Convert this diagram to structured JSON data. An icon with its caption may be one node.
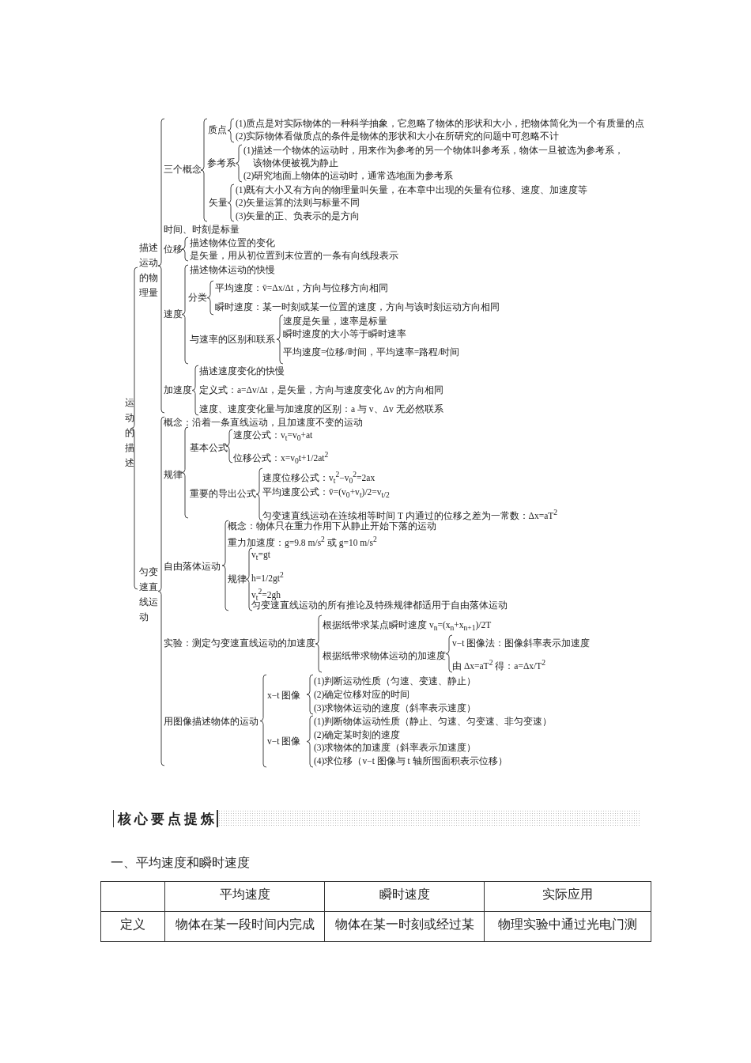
{
  "diagram": {
    "labels": [
      "运动的描述",
      "描述运动的物理量",
      "三个概念",
      "质点",
      "(1)质点是对实际物体的一种科学抽象，它忽略了物体的形状和大小，把物体简化为一个有质量的点",
      "(2)实际物体看做质点的条件是物体的形状和大小在所研究的问题中可忽略不计",
      "参考系",
      "(1)描述一个物体的运动时，用来作为参考的另一个物体叫参考系，物体一旦被选为参考系，该物体便被视为静止",
      "(2)研究地面上物体的运动时，通常选地面为参考系",
      "矢量",
      "(1)既有大小又有方向的物理量叫矢量，在本章中出现的矢量有位移、速度、加速度等",
      "(2)矢量运算的法则与标量不同",
      "(3)矢量的正、负表示的是方向",
      "时间、时刻是标量",
      "位移",
      "描述物体位置的变化",
      "是矢量，用从初位置到末位置的一条有向线段表示",
      "速度",
      "描述物体运动的快慢",
      "分类",
      "平均速度：v̄=Δx/Δt，方向与位移方向相同",
      "瞬时速度：某一时刻或某一位置的速度，方向与该时刻运动方向相同",
      "与速率的区别和联系",
      "速度是矢量，速率是标量",
      "瞬时速度的大小等于瞬时速率",
      "平均速度=位移/时间，平均速率=路程/时间",
      "加速度",
      "描述速度变化的快慢",
      "定义式：a=Δv/Δt，是矢量，方向与速度变化 Δv 的方向相同",
      "速度、速度变化量与加速度的区别：a 与 v、Δv 无必然联系",
      "匀变速直线运动",
      "概念：沿着一条直线运动，且加速度不变的运动",
      "规律",
      "基本公式",
      "速度公式：v$_{t}$=v$_{0}$+at",
      "位移公式：x=v$_{0}$t+1/2at$^{2}$",
      "重要的导出公式",
      "速度位移公式：v$_{t}$$^{2}$−v$_{0}$$^{2}$=2ax",
      "平均速度公式：v̄=(v$_{0}$+v$_{t}$)/2=v$_{t/2}$",
      "匀变速直线运动在连续相等时间 T 内通过的位移之差为一常数：Δx=aT$^{2}$",
      "自由落体运动",
      "概念：物体只在重力作用下从静止开始下落的运动",
      "重力加速度：g=9.8 m/s$^{2}$ 或 g=10 m/s$^{2}$",
      "规律",
      "v$_{t}$=gt",
      "h=1/2gt$^{2}$",
      "v$_{t}$$^{2}$=2gh",
      "匀变速直线运动的所有推论及特殊规律都适用于自由落体运动",
      "实验：测定匀变速直线运动的加速度",
      "根据纸带求某点瞬时速度 v$_{n}$=(x$_{n}$+x$_{n+1}$)/2T",
      "根据纸带求物体运动的加速度",
      "v−t 图像法：图像斜率表示加速度",
      "由 Δx=aT$^{2}$ 得：a=Δx/T$^{2}$",
      "用图像描述物体的运动",
      "x−t 图像",
      "(1)判断运动性质（匀速、变速、静止）",
      "(2)确定位移对应的时间",
      "(3)求物体运动的速度（斜率表示速度）",
      "v−t 图像",
      "(1)判断物体运动性质（静止、匀速、匀变速、非匀变速）",
      "(2)确定某时刻的速度",
      "(3)求物体的加速度（斜率表示加速度）",
      "(4)求位移（v−t 图像与 t 轴所围面积表示位移）",
      "核心要点提炼",
      "一、平均速度和瞬时速度",
      "平均速度",
      "瞬时速度",
      "实际应用",
      "定义",
      "物体在某一段时间内完成",
      "物体在某一时刻或经过某",
      "物理实验中通过光电门测"
    ]
  }
}
